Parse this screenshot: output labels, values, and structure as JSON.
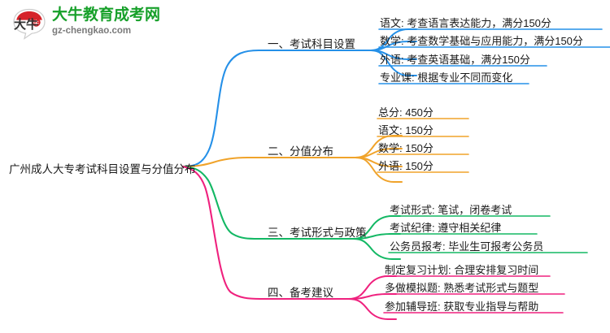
{
  "logo": {
    "mark_text": "大牛",
    "title": "大牛教育成考网",
    "domain": "gz-chengkao.com",
    "brand_color": "#17a02a",
    "mark_accent_color": "#d5232a"
  },
  "mindmap": {
    "root": {
      "label": "广州成人大专考试科目设置与分值分布"
    },
    "branches": [
      {
        "label": "一、考试科目设置",
        "color": "#2590e8",
        "children": [
          {
            "label": "语文: 考查语言表达能力，满分150分"
          },
          {
            "label": "数学: 考查数学基础与应用能力，满分150分"
          },
          {
            "label": "外语: 考查英语基础，满分150分"
          },
          {
            "label": "专业课: 根据专业不同而变化"
          }
        ]
      },
      {
        "label": "二、分值分布",
        "color": "#f0a32a",
        "children": [
          {
            "label": "总分: 450分"
          },
          {
            "label": "语文: 150分"
          },
          {
            "label": "数学: 150分"
          },
          {
            "label": "外语: 150分"
          }
        ]
      },
      {
        "label": "三、考试形式与政策",
        "color": "#13b864",
        "children": [
          {
            "label": "考试形式: 笔试，闭卷考试"
          },
          {
            "label": "考试纪律: 遵守相关纪律"
          },
          {
            "label": "公务员报考: 毕业生可报考公务员"
          }
        ]
      },
      {
        "label": "四、备考建议",
        "color": "#ef217e",
        "children": [
          {
            "label": "制定复习计划: 合理安排复习时间"
          },
          {
            "label": "多做模拟题: 熟悉考试形式与题型"
          },
          {
            "label": "参加辅导班: 获取专业指导与帮助"
          }
        ]
      }
    ]
  }
}
